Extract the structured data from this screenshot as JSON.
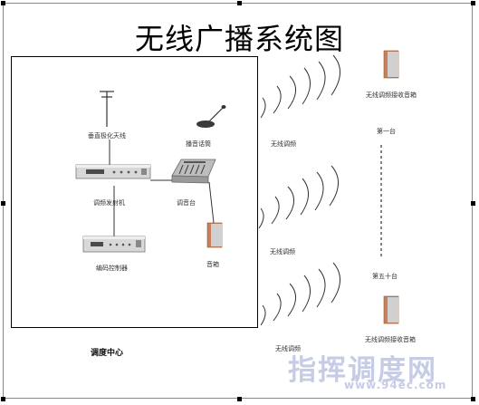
{
  "title": "无线广播系统图",
  "center": {
    "caption": "调度中心",
    "antenna_label": "垂直极化天线",
    "transmitter_label": "调频发射机",
    "controller_label": "编码控制器",
    "microphone_label": "播音话筒",
    "mixer_label": "调音台",
    "speaker_label": "音箱"
  },
  "links": [
    {
      "label": "无线调频"
    },
    {
      "label": "无线调频"
    },
    {
      "label": "无线调频"
    }
  ],
  "receivers": {
    "top_label": "无线调频接收音箱",
    "bottom_label": "无线调频接收音箱",
    "first_label": "第一台",
    "last_label": "第五十台"
  },
  "watermark": {
    "text": "指挥调度网",
    "url": "www.94ec.com"
  },
  "colors": {
    "speaker_wood": "#c8805a",
    "speaker_face": "#c9c9c9",
    "device_body": "#d9d9d9",
    "watermark": "#c7cce6"
  }
}
